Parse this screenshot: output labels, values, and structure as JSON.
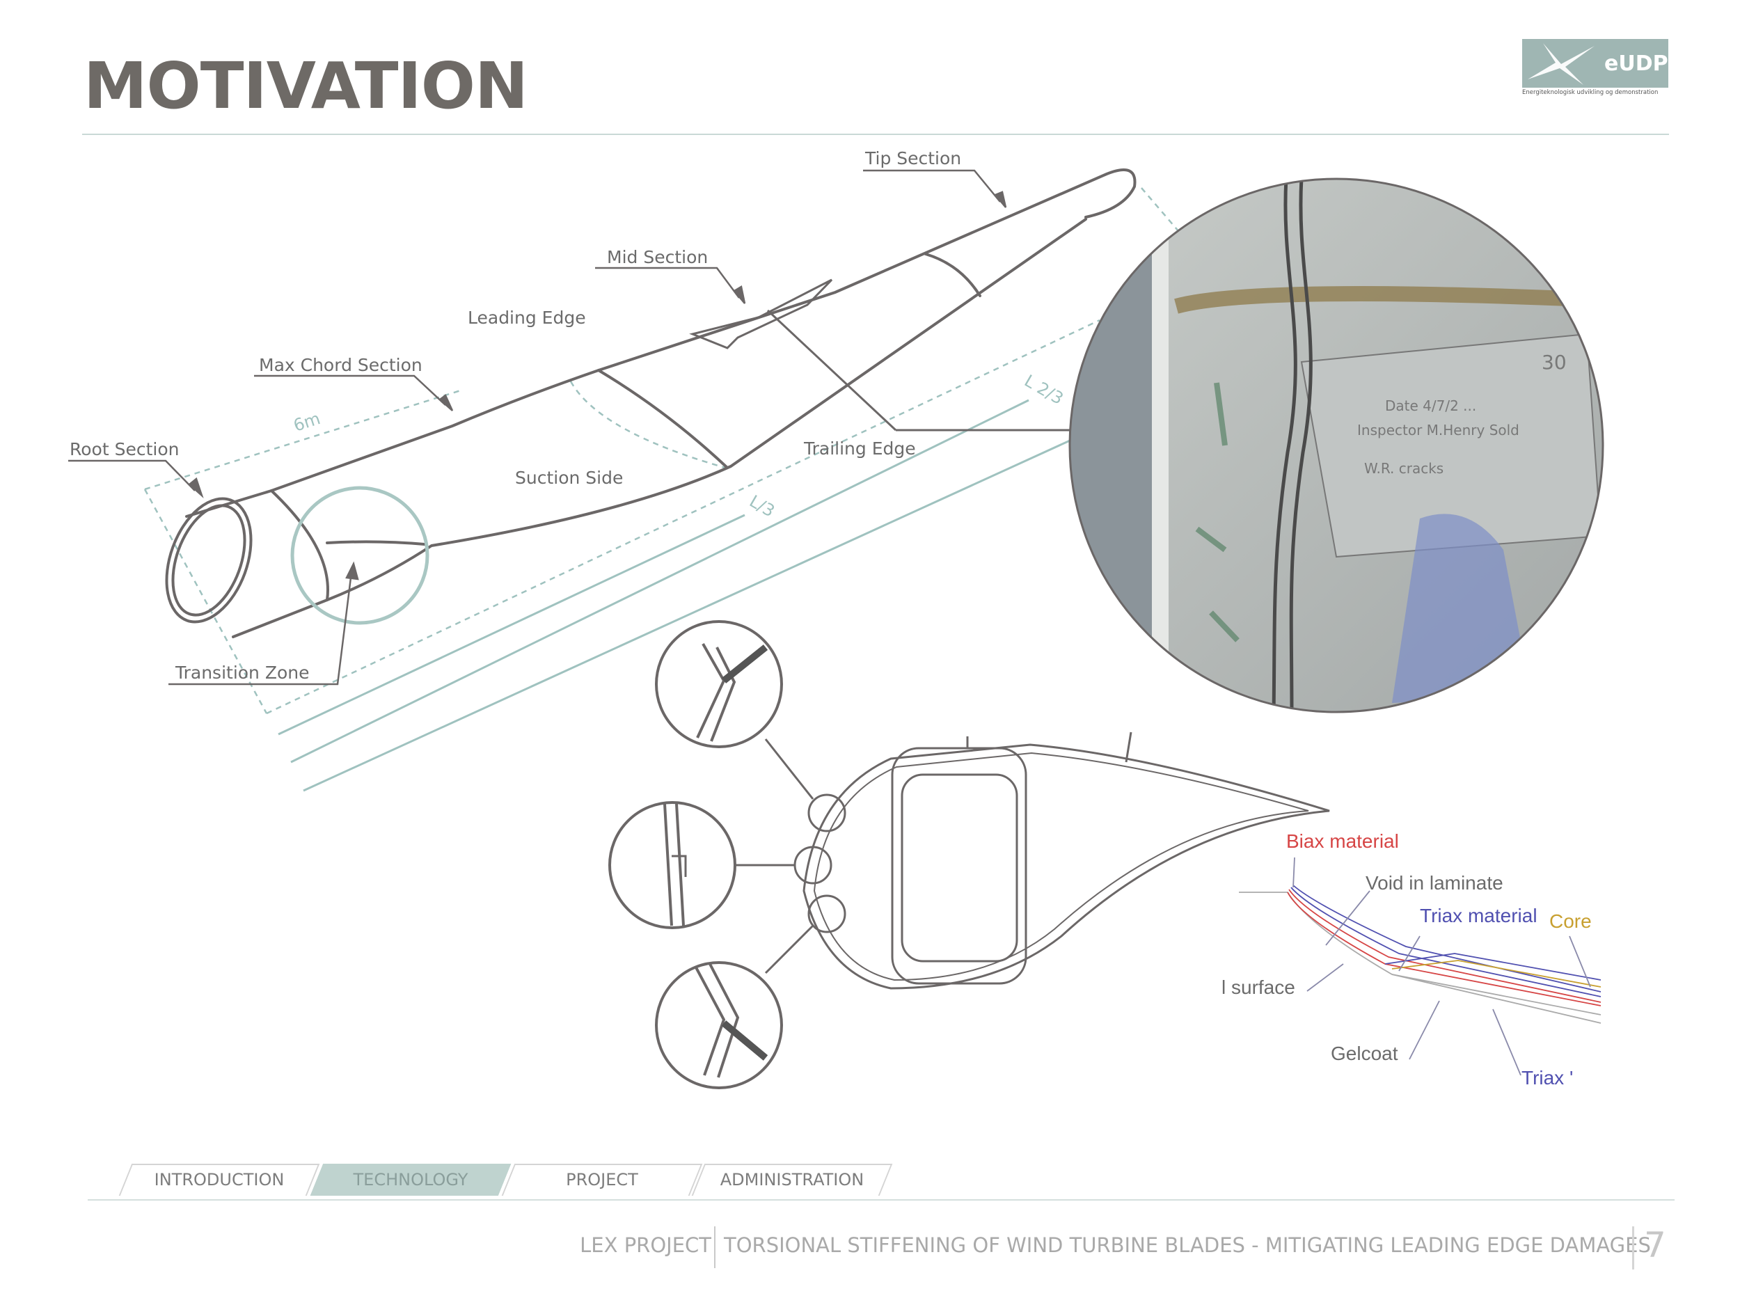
{
  "slide": {
    "title": "MOTIVATION",
    "page_number": "7"
  },
  "logo": {
    "word": "eUDP",
    "subtitle": "Energiteknologisk udvikling og demonstration"
  },
  "blade_labels": {
    "tip_section": "Tip Section",
    "mid_section": "Mid Section",
    "leading_edge": "Leading Edge",
    "max_chord_section": "Max Chord Section",
    "root_section": "Root Section",
    "suction_side": "Suction Side",
    "trailing_edge": "Trailing Edge",
    "transition_zone": "Transition Zone",
    "dim_6m": "6m",
    "dim_l3": "L/3",
    "dim_l2": "L 2/3"
  },
  "laminate_labels": {
    "biax": "Biax material",
    "void": "Void in laminate",
    "triax_material": "Triax material",
    "core": "Core",
    "surface": "l surface",
    "gelcoat": "Gelcoat",
    "triax_cut": "Triax '"
  },
  "colors": {
    "biax": "#d64545",
    "triax": "#5050b0",
    "core": "#c8a030",
    "accent": "#9fc2bf",
    "text_gray": "#6b6b6b"
  },
  "nav": {
    "tabs": [
      {
        "label": "INTRODUCTION",
        "active": false
      },
      {
        "label": "TECHNOLOGY",
        "active": true
      },
      {
        "label": "PROJECT",
        "active": false
      },
      {
        "label": "ADMINISTRATION",
        "active": false
      }
    ]
  },
  "footer": {
    "project": "LEX PROJECT",
    "subtitle": "TORSIONAL STIFFENING OF WIND TURBINE BLADES - MITIGATING LEADING EDGE DAMAGES"
  }
}
